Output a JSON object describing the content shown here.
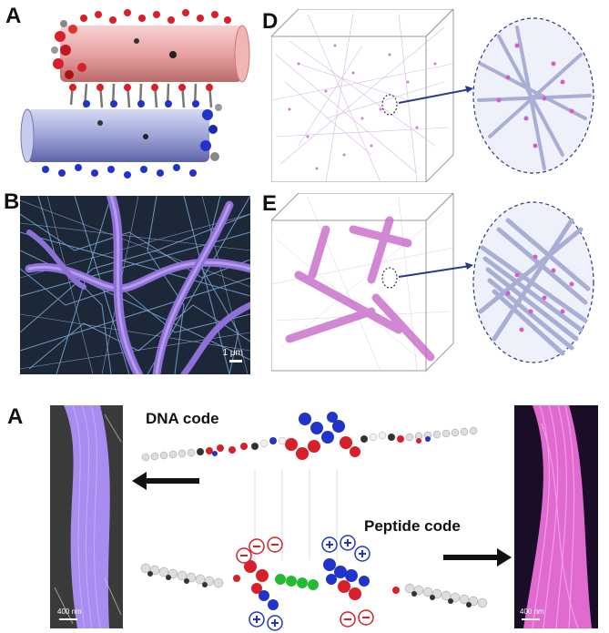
{
  "panels": {
    "a_top": {
      "letter": "A"
    },
    "b": {
      "letter": "B",
      "scale": "1 μm"
    },
    "d": {
      "letter": "D"
    },
    "e": {
      "letter": "E"
    },
    "a_bottom": {
      "letter": "A",
      "left_scale": "400 nm",
      "right_scale": "400 nm",
      "dna_label": "DNA code",
      "peptide_label": "Peptide code"
    }
  },
  "colors": {
    "red_rod": "#e8a3a3",
    "blue_rod": "#9ea5d8",
    "sem_blue": "#7ea8d8",
    "sem_purple": "#8f6fd8",
    "sim_pink": "#c45fc4",
    "sim_rod": "#b8bcdc",
    "dna_red": "#d8202a",
    "dna_blue": "#2233cc",
    "dna_green": "#22bb33",
    "fiber_purple": "#a98cf0",
    "fiber_pink": "#e06ad0"
  },
  "icons": [
    "arrow-left-icon",
    "arrow-right-icon",
    "plus-charge-icon",
    "minus-charge-icon"
  ]
}
